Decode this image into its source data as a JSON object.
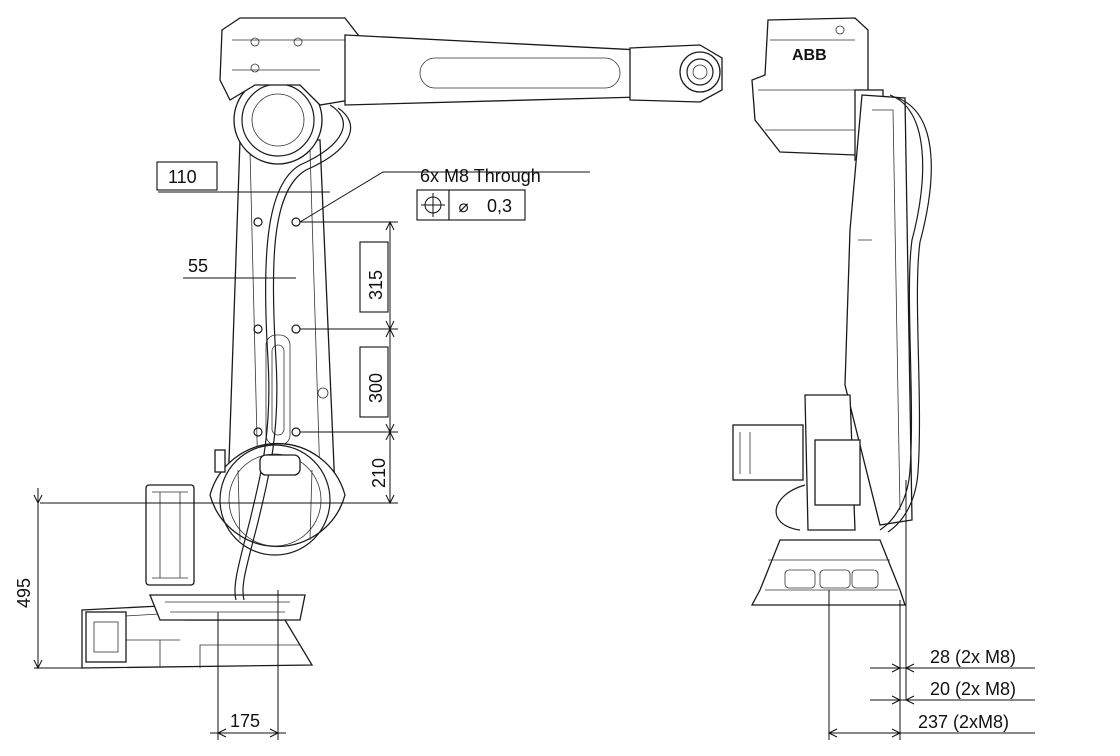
{
  "logo_text": "ABB",
  "hole_note": "6x M8 Through",
  "tolerance": {
    "symbol": "position",
    "diameter_symbol": "⌀",
    "value": "0,3"
  },
  "dimensions": {
    "width_110": "110",
    "width_55": "55",
    "pitch_315": "315",
    "pitch_300": "300",
    "offset_210": "210",
    "height_495": "495",
    "base_175": "175",
    "side_28": "28 (2x M8)",
    "side_20": "20 (2x M8)",
    "side_237": "237 (2xM8)"
  }
}
